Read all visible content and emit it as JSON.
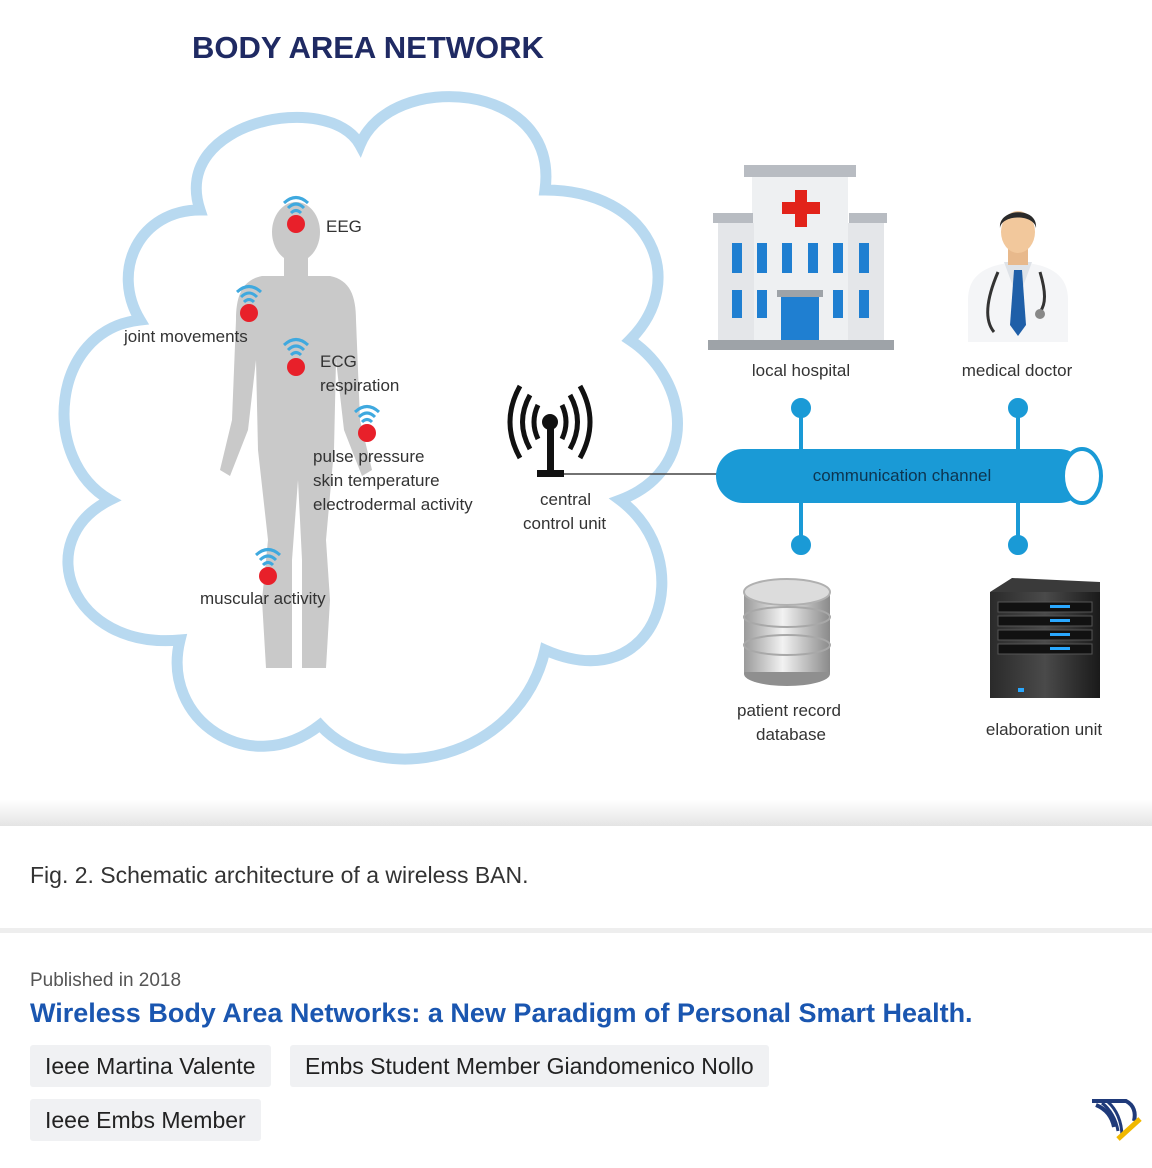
{
  "figure": {
    "title": "BODY AREA NETWORK",
    "sensors": {
      "eeg": "EEG",
      "joint": "joint movements",
      "ecg": "ECG",
      "respiration": "respiration",
      "pulse": "pulse pressure",
      "skin": "skin temperature",
      "electrodermal": "electrodermal activity",
      "muscular": "muscular activity"
    },
    "central_unit": [
      "central",
      "control unit"
    ],
    "channel_label": "communication channel",
    "nodes": {
      "hospital": "local hospital",
      "doctor": "medical doctor",
      "database": [
        "patient record",
        "database"
      ],
      "elaboration": "elaboration unit"
    },
    "colors": {
      "cloud": "#b8d9f0",
      "sensor": "#e8202a",
      "wifi": "#3fa9df",
      "channel": "#1a9ad6",
      "body": "#c9c9c9",
      "title": "#1f2a63"
    }
  },
  "caption": "Fig. 2. Schematic architecture of a wireless BAN.",
  "published": "Published in 2018",
  "paper_title": "Wireless Body Area Networks: a New Paradigm of Personal Smart Health.",
  "authors": [
    "Ieee Martina Valente",
    "Embs Student Member Giandomenico Nollo",
    "Ieee Embs Member"
  ],
  "logo_icon": "semantic-scholar-logo-icon"
}
